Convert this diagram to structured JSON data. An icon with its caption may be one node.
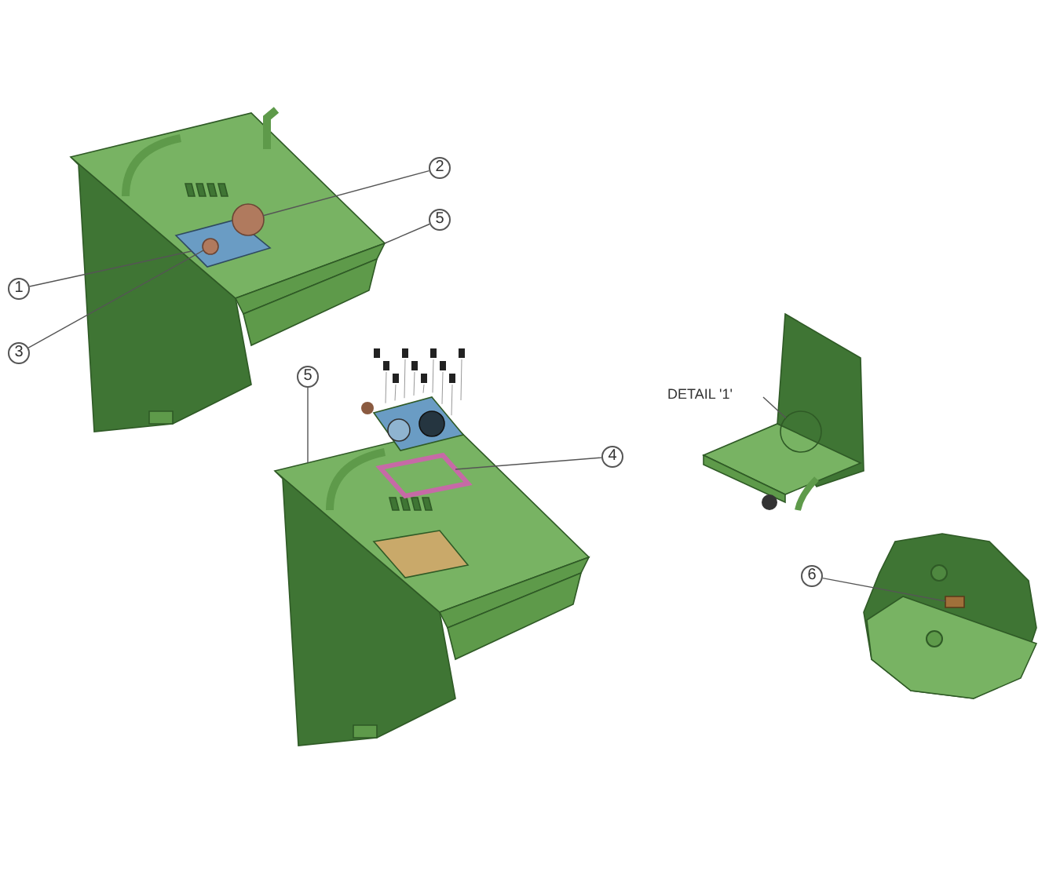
{
  "diagram": {
    "nodes": [
      {
        "text": [
          "2"
        ]
      },
      {
        "text": [
          "5"
        ]
      },
      {
        "text": [
          "1"
        ]
      },
      {
        "text": [
          "3"
        ]
      },
      {
        "text": [
          "5"
        ]
      },
      {
        "text": [
          "DETAIL '1'"
        ]
      },
      {
        "text": [
          "4"
        ]
      },
      {
        "text": [
          "6"
        ]
      },
      {
        "text": [],
        "shape": "circle",
        "in": 9
      },
      {
        "text": [],
        "shape": "picture"
      },
      {
        "text": [],
        "shape": "box",
        "in": 9
      },
      {
        "text": [],
        "shape": "circle",
        "in": 10
      },
      {
        "text": [],
        "shape": "picture"
      },
      {
        "text": [],
        "shape": "circle"
      },
      {
        "text": [],
        "shape": "box",
        "in": 12
      },
      {
        "text": [],
        "shape": "box"
      }
    ],
    "edges": [
      {
        "from": 0,
        "to": 8,
        "arrow": "none"
      },
      {
        "from": 1,
        "to": 9,
        "arrow": "none"
      },
      {
        "from": 2,
        "to": 10,
        "arrow": "none"
      },
      {
        "from": 3,
        "to": 11,
        "arrow": "none"
      },
      {
        "from": 4,
        "to": 12,
        "arrow": "none"
      },
      {
        "from": 5,
        "to": 13,
        "arrow": "none"
      },
      {
        "from": 6,
        "to": 14,
        "arrow": "none"
      },
      {
        "from": 7,
        "to": 15,
        "arrow": "none"
      }
    ]
  }
}
